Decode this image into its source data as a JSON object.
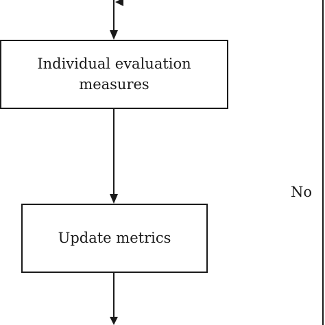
{
  "nodes": {
    "individual_evaluation": {
      "label": "Individual evaluation measures"
    },
    "update_metrics": {
      "label": "Update metrics"
    }
  },
  "edge_labels": {
    "no": "No"
  },
  "colors": {
    "stroke": "#1a1a1a",
    "background": "#ffffff"
  }
}
